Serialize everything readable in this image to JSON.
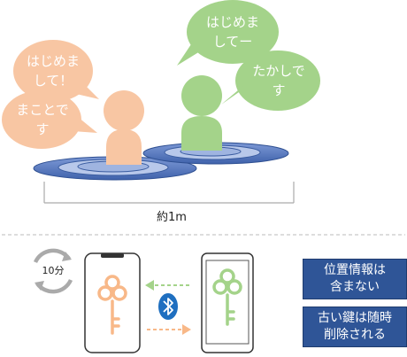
{
  "bubbles": {
    "makoto_greeting": "はじめま\nして！",
    "makoto_name": "まことで\nす",
    "takashi_greeting": "はじめま\nしてー",
    "takashi_name": "たかしで\nす"
  },
  "scale_label": "約1m",
  "timer_label": "10分",
  "info_boxes": {
    "no_location": "位置情報は\n含まない",
    "old_keys_deleted": "古い鍵は随時\n削除される"
  },
  "colors": {
    "person_left": "#f8c6a3",
    "person_right": "#a4d38a",
    "bubble_left": "#f8c6a3",
    "bubble_right": "#a4d38a",
    "ripple": "#4a6fb5",
    "info_box": "#2f5597",
    "bluetooth": "#1f6fc0"
  },
  "icons": {
    "bluetooth": "bluetooth-icon",
    "key_left": "key-icon",
    "key_right": "key-icon",
    "timer": "refresh-icon"
  }
}
